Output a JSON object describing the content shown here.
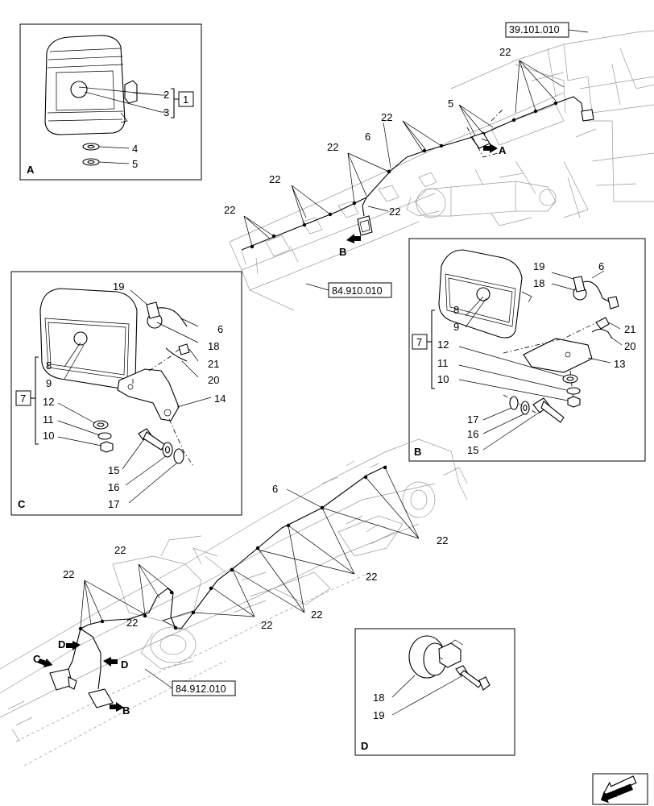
{
  "references": {
    "top": "39.101.010",
    "middle": "84.910.010",
    "bottom": "84.912.010"
  },
  "views": {
    "a": {
      "letter": "A",
      "labels": {
        "n2": "2",
        "n3": "3",
        "n4": "4",
        "n5": "5",
        "box": "1"
      }
    },
    "b": {
      "letter": "B",
      "labels": {
        "n19": "19",
        "n6": "6",
        "n18": "18",
        "n8": "8",
        "n9": "9",
        "n21": "21",
        "n20": "20",
        "box": "7",
        "n12": "12",
        "n13": "13",
        "n11": "11",
        "n10": "10",
        "n17": "17",
        "n16": "16",
        "n15": "15"
      }
    },
    "c": {
      "letter": "C",
      "labels": {
        "n19": "19",
        "n6": "6",
        "n18": "18",
        "n8": "8",
        "n9": "9",
        "n21": "21",
        "n20": "20",
        "box": "7",
        "n12": "12",
        "n14": "14",
        "n11": "11",
        "n10": "10",
        "n15": "15",
        "n16": "16",
        "n17": "17"
      }
    },
    "d": {
      "letter": "D",
      "labels": {
        "n18": "18",
        "n19": "19"
      }
    }
  },
  "upper_assembly": {
    "labels": {
      "n22a": "22",
      "n5": "5",
      "n22b": "22",
      "n6": "6",
      "n22c": "22",
      "n22d": "22",
      "n22e": "22",
      "n22f": "22"
    },
    "arrows": {
      "a": "A",
      "b": "B"
    }
  },
  "lower_assembly": {
    "labels": {
      "n6": "6",
      "n22a": "22",
      "n22b": "22",
      "n22c": "22",
      "n22d": "22",
      "n22e": "22",
      "n22f": "22",
      "n22g": "22"
    },
    "arrows": {
      "c": "C",
      "d1": "D",
      "d2": "D",
      "b": "B"
    }
  }
}
